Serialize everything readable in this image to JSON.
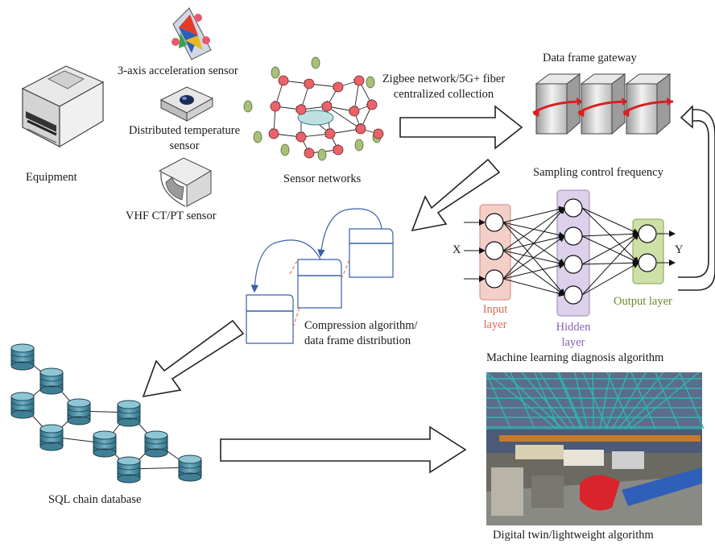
{
  "labels": {
    "equipment": "Equipment",
    "accel_sensor": "3-axis acceleration sensor",
    "temp_sensor_line1": "Distributed temperature",
    "temp_sensor_line2": "sensor",
    "vhf_sensor": "VHF CT/PT sensor",
    "sensor_networks": "Sensor networks",
    "zigbee_line1": "Zigbee network/5G+ fiber",
    "zigbee_line2": "centralized collection",
    "gateway": "Data frame gateway",
    "sampling": "Sampling control frequency",
    "compression_line1": "Compression algorithm/",
    "compression_line2": "data frame distribution",
    "ml_diagnosis": "Machine learning diagnosis algorithm",
    "sql_db": "SQL chain database",
    "digital_twin": "Digital twin/lightweight algorithm"
  },
  "neural_net": {
    "input_symbol": "X",
    "output_symbol": "Y",
    "input_layer_line1": "Input",
    "input_layer_line2": "layer",
    "hidden_layer_line1": "Hidden",
    "hidden_layer_line2": "layer",
    "output_layer": "Output layer",
    "layer_sizes": [
      3,
      4,
      2
    ]
  },
  "colors": {
    "input_layer": "#f4cfc8",
    "hidden_layer": "#dcd0ea",
    "output_layer": "#cde0a6",
    "input_text": "#d96a5a",
    "hidden_text": "#8a5fb0",
    "output_text": "#6a8a2a",
    "sensor_node": "#e8646a",
    "sensor_leaf": "#a8c07a",
    "database": "#4f8fa6",
    "gateway_band": "#d92020"
  }
}
